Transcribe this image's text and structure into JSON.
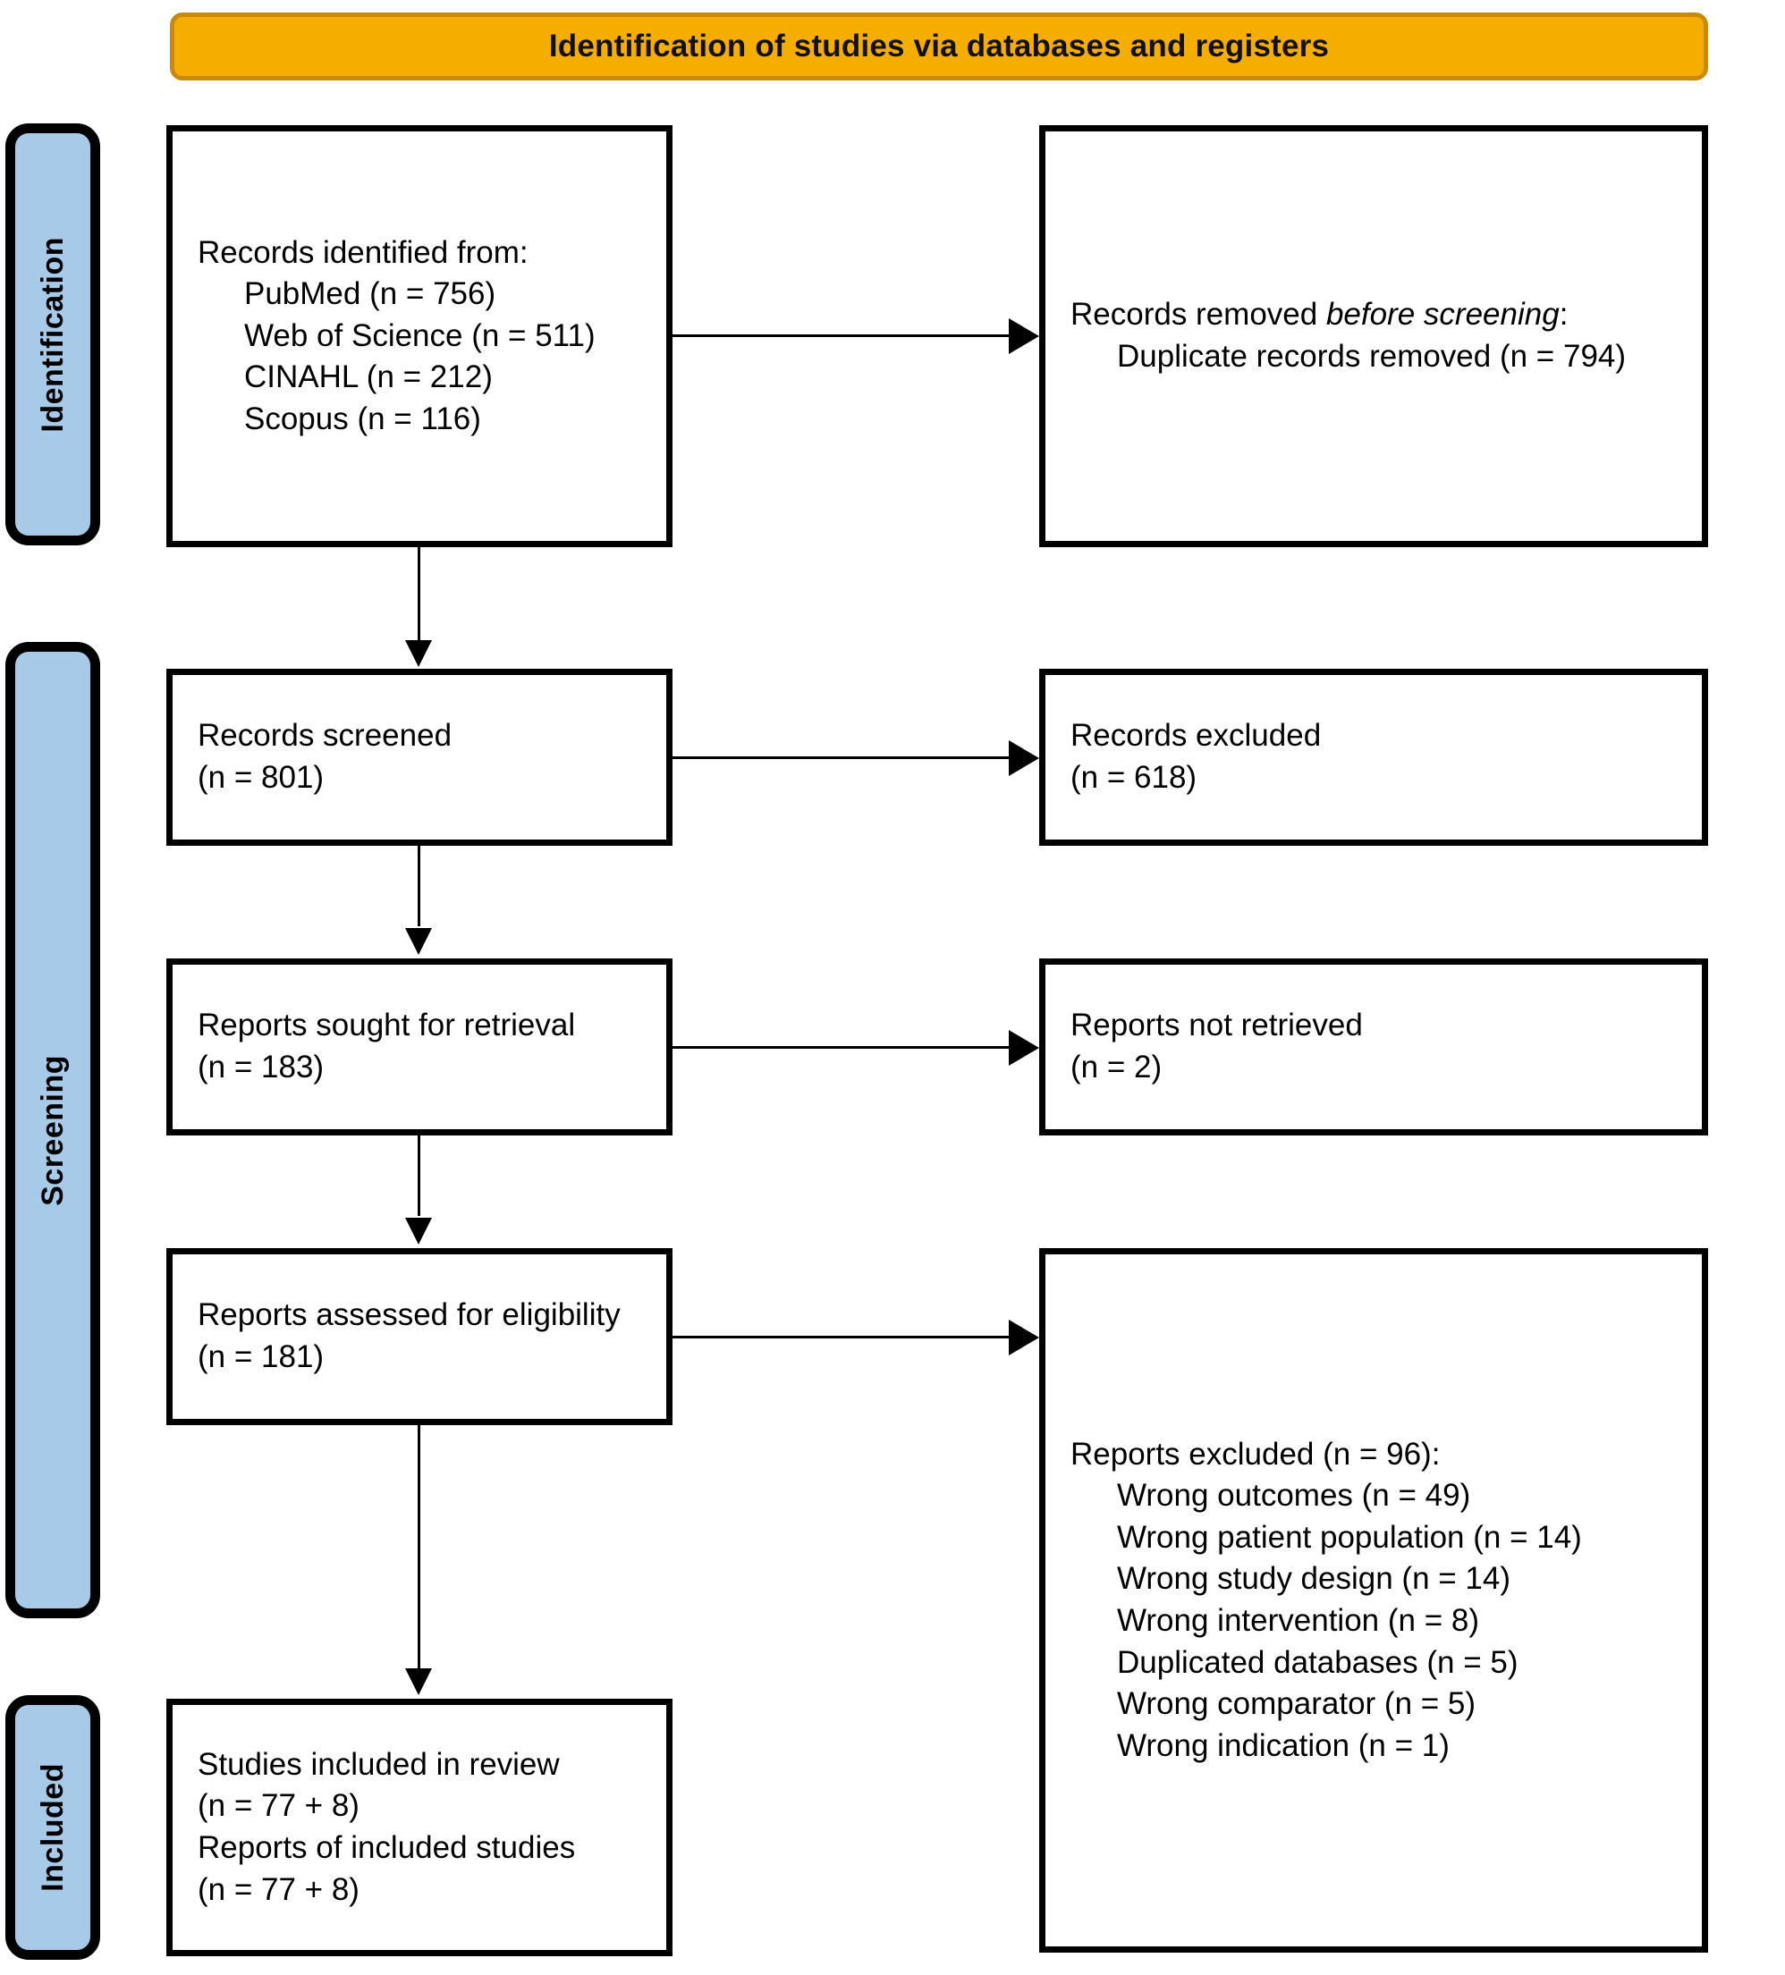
{
  "header": {
    "title": "Identification of studies via databases and registers",
    "banner_color": "#F5AE00",
    "banner_border_color": "#C98A0B"
  },
  "stages": {
    "stage_color": "#A6CAE8",
    "items": [
      {
        "id": "identification",
        "label": "Identification"
      },
      {
        "id": "screening",
        "label": "Screening"
      },
      {
        "id": "included",
        "label": "Included"
      }
    ]
  },
  "boxes": {
    "identified": {
      "heading": "Records identified from:",
      "items": [
        "PubMed (n = 756)",
        "Web of Science (n = 511)",
        "CINAHL (n = 212)",
        "Scopus (n = 116)"
      ]
    },
    "removed": {
      "heading_prefix": "Records removed ",
      "heading_italic": "before screening",
      "heading_suffix": ":",
      "items": [
        "Duplicate records removed (n = 794)"
      ]
    },
    "screened": {
      "line1": "Records screened",
      "line2": "(n = 801)"
    },
    "excluded": {
      "line1": "Records excluded",
      "line2": "(n = 618)"
    },
    "sought": {
      "line1": "Reports sought for retrieval",
      "line2": "(n = 183)"
    },
    "not_retrieved": {
      "line1": "Reports not retrieved",
      "line2": "(n = 2)"
    },
    "assessed": {
      "line1": "Reports assessed for eligibility",
      "line2": "(n = 181)"
    },
    "reports_excluded": {
      "heading": "Reports excluded (n = 96):",
      "items": [
        "Wrong outcomes (n = 49)",
        "Wrong patient population (n = 14)",
        "Wrong study design (n = 14)",
        "Wrong intervention (n = 8)",
        "Duplicated databases (n = 5)",
        "Wrong comparator (n = 5)",
        "Wrong indication (n = 1)"
      ]
    },
    "included": {
      "line1": "Studies included in review",
      "line2": "(n = 77 + 8)",
      "line3": "Reports of included studies",
      "line4": "(n = 77 + 8)"
    }
  }
}
